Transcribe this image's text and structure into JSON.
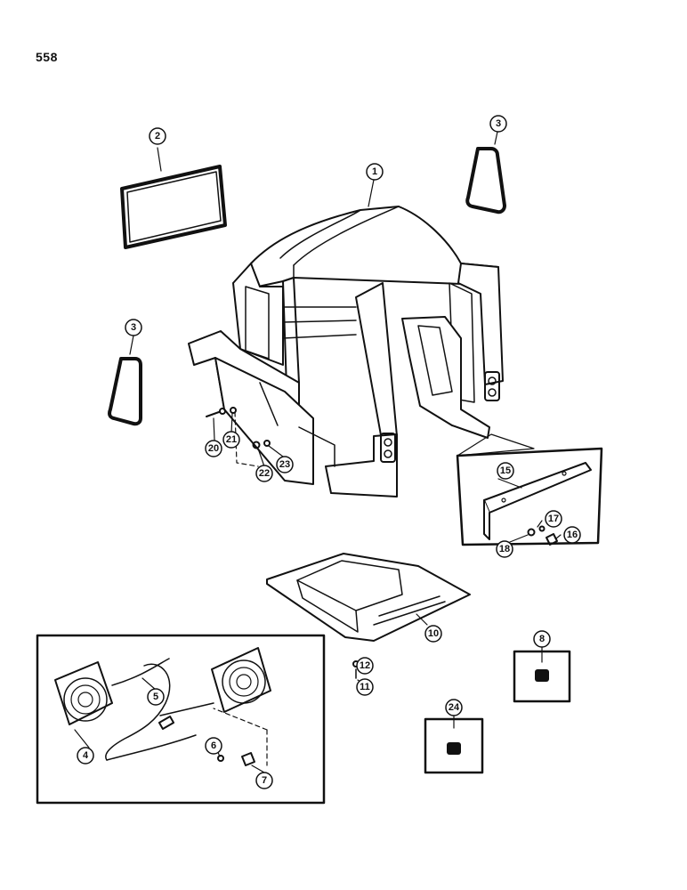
{
  "page": {
    "number": "558"
  },
  "callouts": {
    "c1": "1",
    "c2": "2",
    "c3a": "3",
    "c3b": "3",
    "c4": "4",
    "c5": "5",
    "c6": "6",
    "c7": "7",
    "c8": "8",
    "c10": "10",
    "c11": "11",
    "c12": "12",
    "c15": "15",
    "c16": "16",
    "c17": "17",
    "c18": "18",
    "c20": "20",
    "c21": "21",
    "c22": "22",
    "c23": "23",
    "c24": "24"
  }
}
